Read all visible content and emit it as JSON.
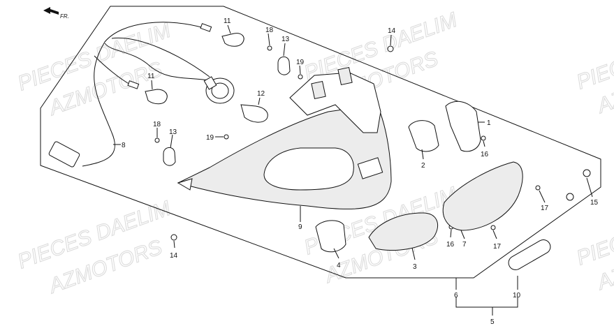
{
  "direction_label": "FR.",
  "watermarks": [
    "PIECES DAELIM",
    "AZMOTORS",
    "PIECES DAELIM",
    "AZMOTORS",
    "PIECES DAELIM",
    "AZMOTORS",
    "PIECES DAELIM",
    "AZMOTORS",
    "PIECES DAELIM",
    "AZMOTORS",
    "PIECES DAELIM",
    "AZMOTORS"
  ],
  "callouts": {
    "n1": "1",
    "n2": "2",
    "n3": "3",
    "n4": "4",
    "n5": "5",
    "n6": "6",
    "n7": "7",
    "n8": "8",
    "n9": "9",
    "n10": "10",
    "n11a": "11",
    "n11b": "11",
    "n12": "12",
    "n13a": "13",
    "n13b": "13",
    "n14a": "14",
    "n14b": "14",
    "n15": "15",
    "n16a": "16",
    "n16b": "16",
    "n17a": "17",
    "n17b": "17",
    "n18a": "18",
    "n18b": "18",
    "n19a": "19",
    "n19b": "19"
  }
}
